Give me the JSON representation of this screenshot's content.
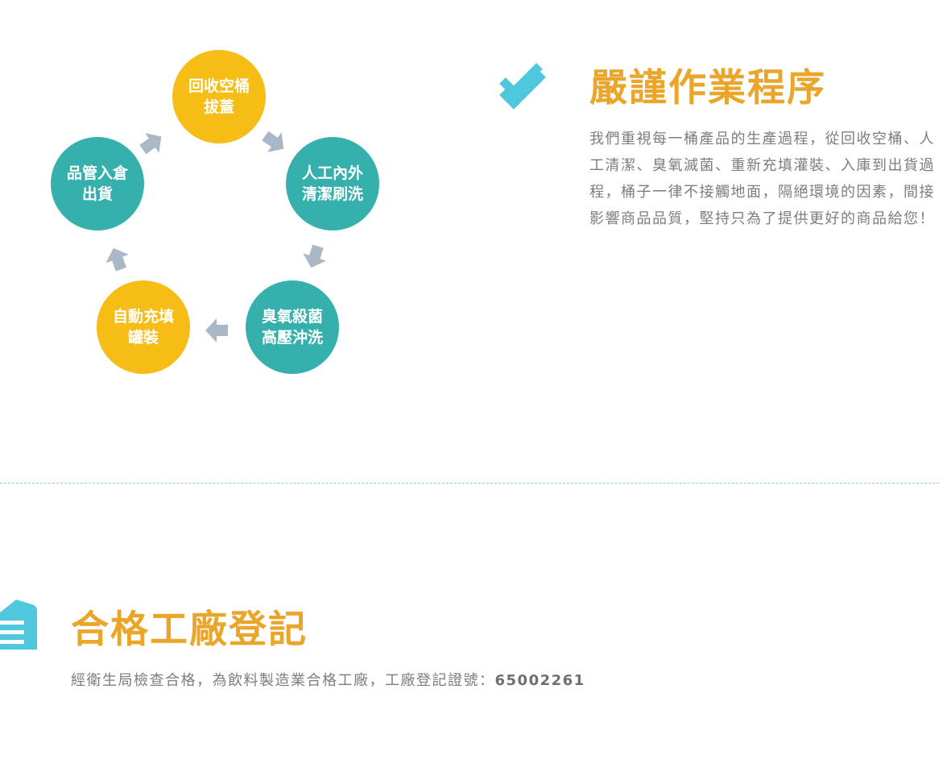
{
  "cycle": {
    "steps": [
      {
        "line1": "回收空桶",
        "line2": "拔蓋",
        "color": "#f6bd16"
      },
      {
        "line1": "人工內外",
        "line2": "清潔刷洗",
        "color": "#36b0ac"
      },
      {
        "line1": "臭氧殺菌",
        "line2": "高壓沖洗",
        "color": "#36b0ac"
      },
      {
        "line1": "自動充填",
        "line2": "罐裝",
        "color": "#f6bd16"
      },
      {
        "line1": "品管入倉",
        "line2": "出貨",
        "color": "#36b0ac"
      }
    ],
    "arrow_color": "#a9b7c6",
    "arrow_icon": "arrow-icon"
  },
  "section1": {
    "icon": "double-check-icon",
    "title": "嚴謹作業程序",
    "body": "我們重視每一桶產品的生產過程，從回收空桶、人工清潔、臭氧滅菌、重新充填灌裝、入庫到出貨過程，桶子一律不接觸地面，隔絕環境的因素，間接影響商品品質，堅持只為了提供更好的商品給您！"
  },
  "section2": {
    "icon": "factory-icon",
    "title": "合格工廠登記",
    "body_prefix": "經衛生局檢查合格，為飲料製造業合格工廠，工廠登記證號：",
    "registration_number": "65002261"
  },
  "colors": {
    "title": "#eaa52b",
    "body_text": "#7d7d7d",
    "yellow": "#f6bd16",
    "teal": "#36b0ac",
    "check_icon": "#4fc7dc",
    "divider": "#8fcfd3"
  }
}
